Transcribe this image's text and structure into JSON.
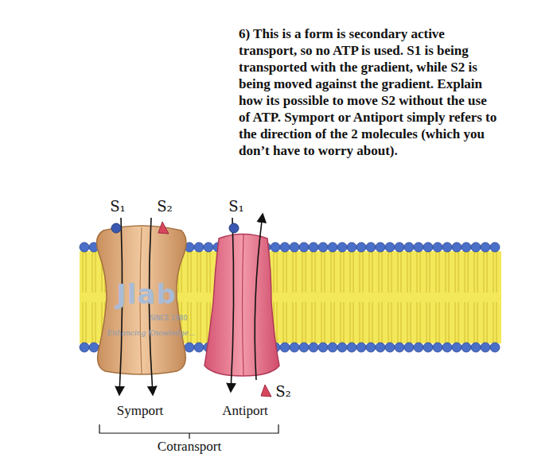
{
  "diagram": {
    "labels": [
      "6) This is a form is secondary active transport, so no ATP is used. S1 is being transported with the gradient, while S2 is being moved against the gradient. Explain how its possible to move S2 without the use of ATP. Symport or Antiport simply refers to the direction of the 2 molecules (which you don’t have to worry about).",
      "S₁",
      "S₂",
      "S₁",
      "Jlab",
      "SINCE 1980",
      "Enhancing Knowledge...",
      "S₂",
      "Symport",
      "Antiport",
      "Cotransport"
    ]
  }
}
